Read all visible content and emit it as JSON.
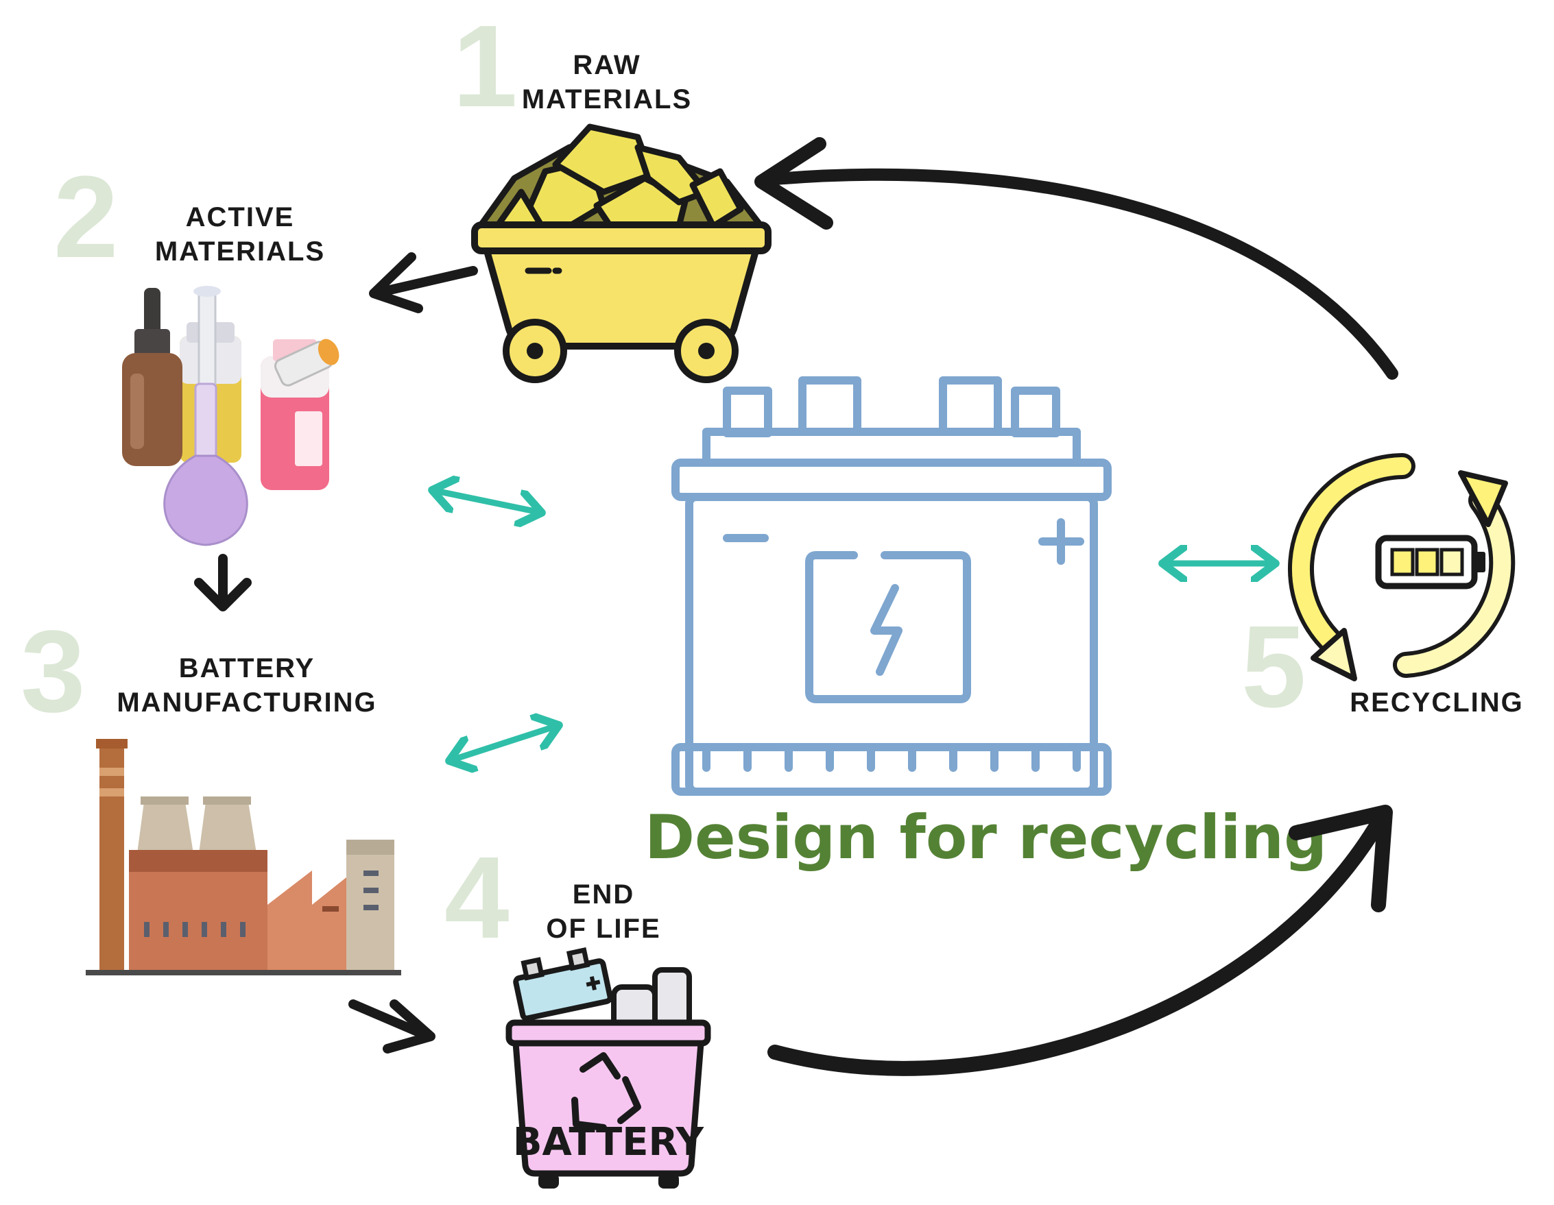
{
  "diagram": {
    "title": "Design for recycling",
    "steps": [
      {
        "number": "1",
        "line1": "RAW",
        "line2": "MATERIALS",
        "icon": "mine-cart-icon"
      },
      {
        "number": "2",
        "line1": "ACTIVE",
        "line2": "MATERIALS",
        "icon": "lab-bottles-icon"
      },
      {
        "number": "3",
        "line1": "BATTERY",
        "line2": "MANUFACTURING",
        "icon": "factory-icon"
      },
      {
        "number": "4",
        "line1": "END",
        "line2": "OF LIFE",
        "icon": "battery-bin-icon"
      },
      {
        "number": "5",
        "line1": "RECYCLING",
        "line2": "",
        "icon": "recycle-battery-icon"
      }
    ],
    "bin_label": "BATTERY",
    "center_icon": "car-battery-icon",
    "colors": {
      "step_number": "#dce7d6",
      "title": "#548235",
      "battery_outline": "#7ea6cf",
      "teal_arrow": "#2fbfa8",
      "cart_yellow": "#f7e36a",
      "bin_pink": "#f6c6f0"
    }
  }
}
